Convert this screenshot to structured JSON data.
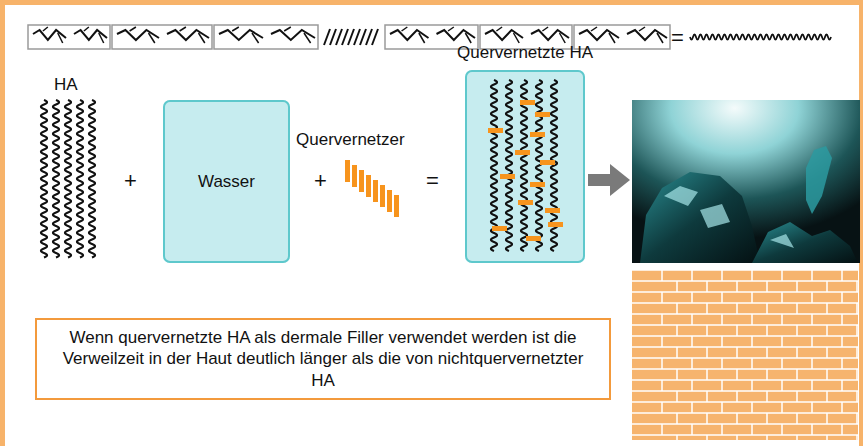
{
  "diagram": {
    "nodes": [
      {
        "text": [
          "Wasser"
        ]
      },
      {
        "text": [
          "Quervernetzte HA"
        ]
      },
      {
        "text": [
          "Wenn quervernetzte HA als dermale Filler verwendet werden ist die Verweilzeit in der Haut deutlich länger als die von nichtquervernetzter HA"
        ]
      }
    ],
    "labels": [
      "=",
      "HA",
      "+",
      "+",
      "Quervernetzer",
      "="
    ]
  }
}
